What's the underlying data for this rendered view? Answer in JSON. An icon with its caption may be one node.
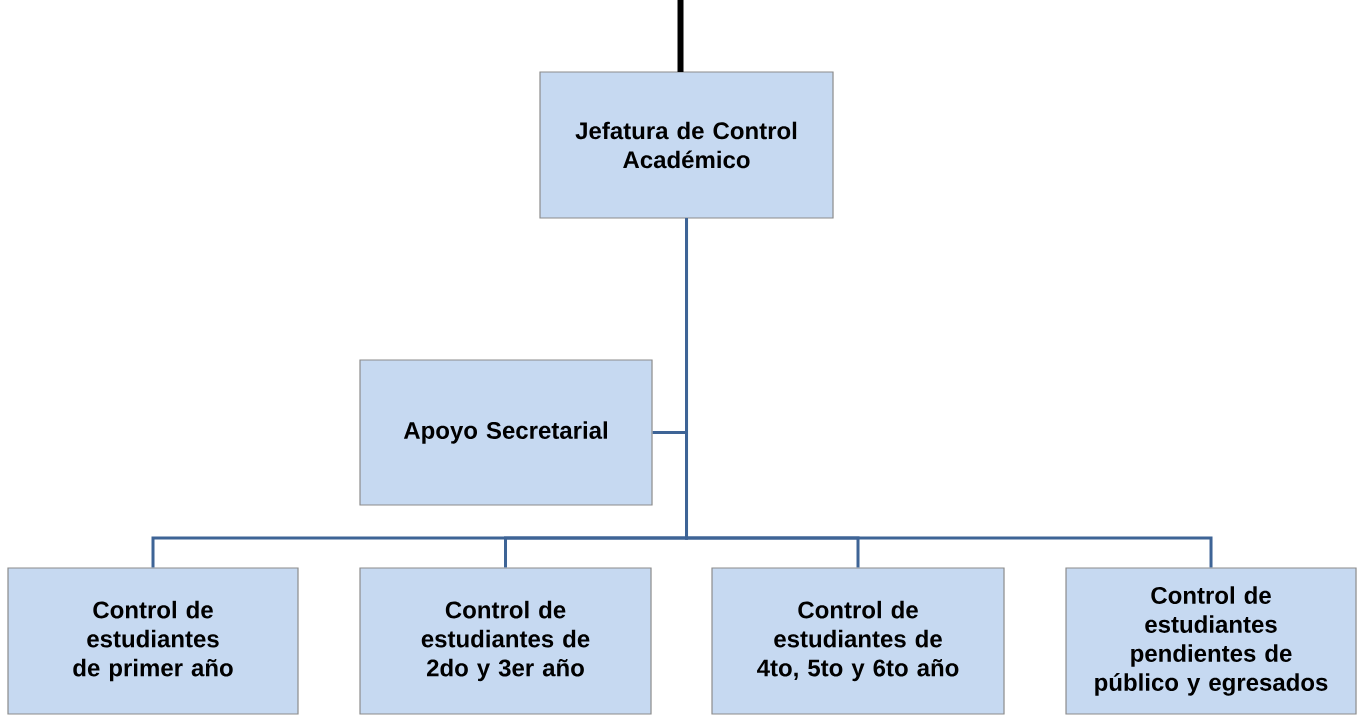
{
  "diagram": {
    "nodes": [
      {
        "text": [
          "Jefatura de Control Académico"
        ]
      },
      {
        "text": [
          "Apoyo Secretarial"
        ]
      },
      {
        "text": [
          "Control de estudiantes de primer año"
        ]
      },
      {
        "text": [
          "Control de estudiantes de 2do y 3er año"
        ]
      },
      {
        "text": [
          "Control de estudiantes de 4to, 5to y 6to año"
        ]
      },
      {
        "text": [
          "Control de estudiantes pendientes de público y egresados"
        ]
      }
    ],
    "edges": [
      {
        "from": null,
        "to": 0,
        "arrow": "none",
        "style": "thick",
        "color": "#000000"
      },
      {
        "from": 0,
        "to": 1,
        "arrow": "none"
      },
      {
        "from": 0,
        "to": 2,
        "arrow": "none"
      },
      {
        "from": 0,
        "to": 3,
        "arrow": "none"
      },
      {
        "from": 0,
        "to": 4,
        "arrow": "none"
      },
      {
        "from": 0,
        "to": 5,
        "arrow": "none"
      }
    ]
  }
}
